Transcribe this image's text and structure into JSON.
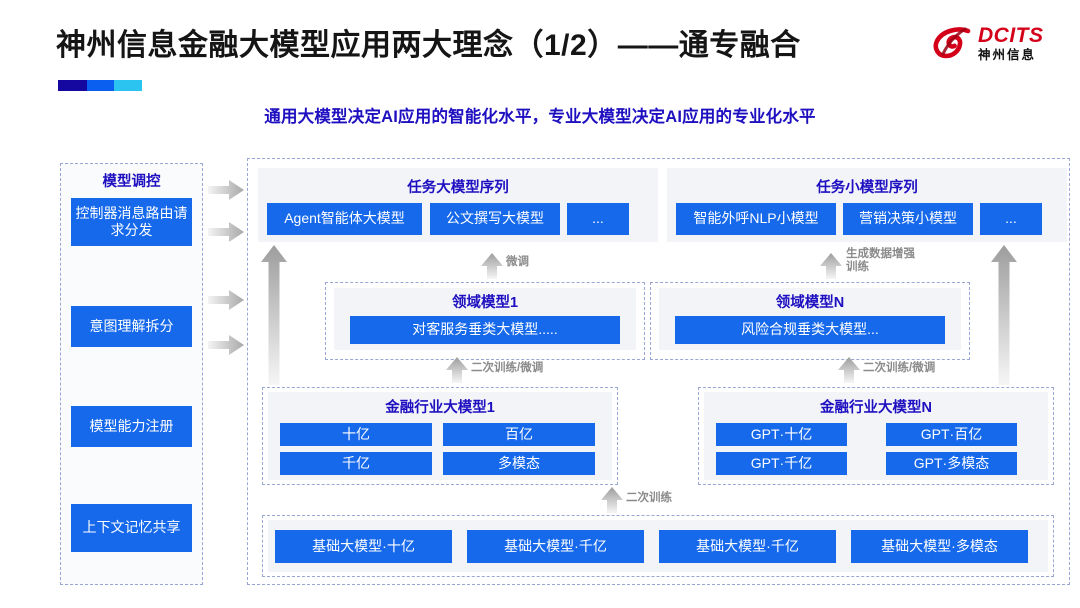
{
  "header": {
    "title": "神州信息金融大模型应用两大理念（1/2）——通专融合",
    "subtitle": "通用大模型决定AI应用的智能化水平，专业大模型决定AI应用的专业化水平",
    "accent_colors": [
      "#1408a0",
      "#0b5ff0",
      "#2bc3ef"
    ],
    "logo": {
      "en": "DCITS",
      "cn": "神州信息",
      "mark": "swirl-logo-icon",
      "color": "#d4001a"
    }
  },
  "left_column": {
    "title": "模型调控",
    "items": [
      {
        "label": "控制器消息路由请求分发"
      },
      {
        "label": "意图理解拆分"
      },
      {
        "label": "模型能力注册"
      },
      {
        "label": "上下文记忆共享"
      }
    ]
  },
  "task_sequences": [
    {
      "title": "任务大模型序列",
      "items": [
        "Agent智能体大模型",
        "公文撰写大模型",
        "..."
      ]
    },
    {
      "title": "任务小模型序列",
      "items": [
        "智能外呼NLP小模型",
        "营销决策小模型",
        "..."
      ]
    }
  ],
  "domain_models": [
    {
      "title": "领域模型1",
      "item": "对客服务垂类大模型....."
    },
    {
      "title": "领域模型N",
      "item": "风险合规垂类大模型..."
    }
  ],
  "industry_models": [
    {
      "title": "金融行业大模型1",
      "items": [
        "十亿",
        "百亿",
        "千亿",
        "多模态"
      ]
    },
    {
      "title": "金融行业大模型N",
      "items": [
        "GPT·十亿",
        "GPT·百亿",
        "GPT·千亿",
        "GPT·多模态"
      ]
    }
  ],
  "base_models": [
    "基础大模型·十亿",
    "基础大模型·千亿",
    "基础大模型·千亿",
    "基础大模型·多模态"
  ],
  "arrow_labels": {
    "fine_tune": "微调",
    "data_aug": "生成数据增强\n训练",
    "retrain_tune_left": "二次训练/微调",
    "retrain_tune_right": "二次训练/微调",
    "retrain": "二次训练"
  },
  "colors": {
    "blue_box": "#1669eb",
    "title_blue": "#1e0fc0",
    "panel_bg": "#f2f4f8",
    "dashed_border": "#9aa7d4",
    "arrow_gray": "#b4b4b4"
  }
}
